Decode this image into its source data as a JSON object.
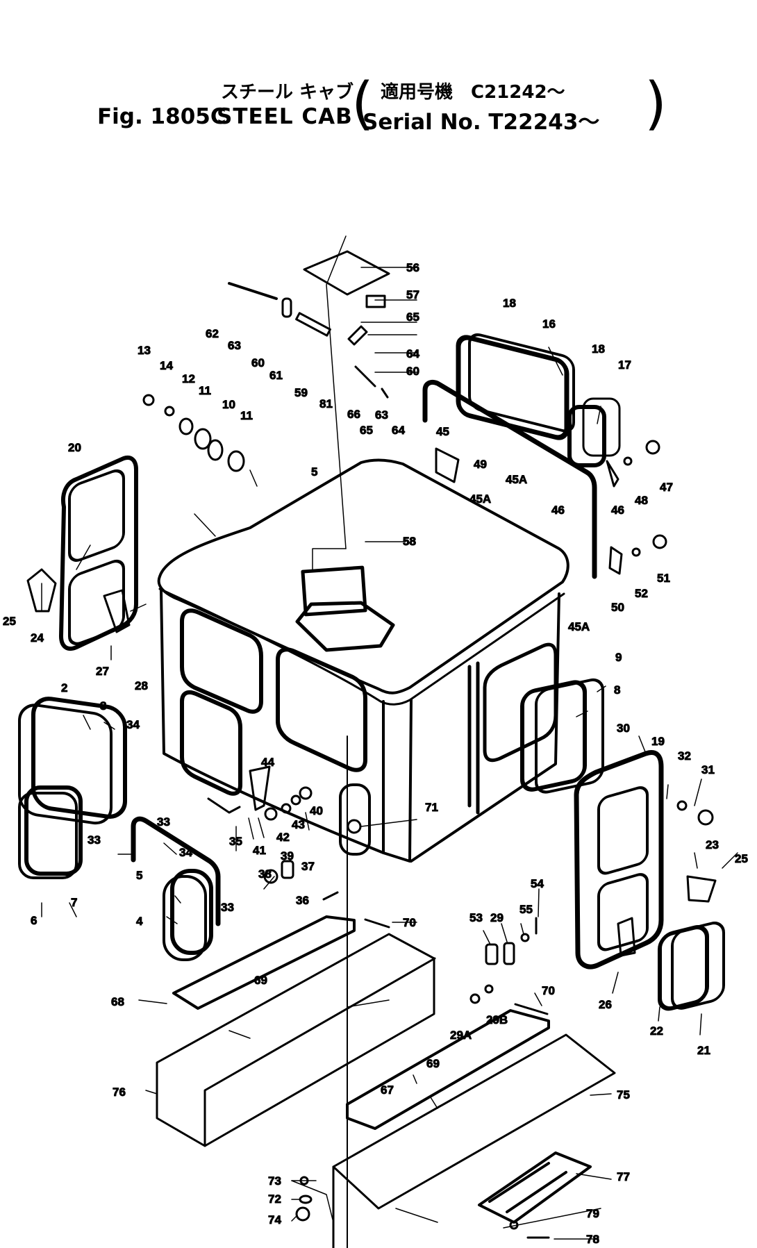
{
  "title": {
    "jp_name": "スチール キャブ",
    "jp_serial": "適用号機　C21242～",
    "fig_label": "Fig. 1805C",
    "name": "STEEL CAB",
    "serial": "Serial No. T22243～",
    "paren_open": "(",
    "paren_close": ")"
  },
  "part_labels": [
    "56",
    "57",
    "58",
    "65",
    "64",
    "60",
    "62",
    "63",
    "60",
    "61",
    "59",
    "81",
    "66",
    "65",
    "63",
    "64",
    "18",
    "16",
    "18",
    "17",
    "13",
    "14",
    "12",
    "11",
    "10",
    "11",
    "45",
    "49",
    "45A",
    "45A",
    "46",
    "46",
    "48",
    "47",
    "5",
    "58",
    "50",
    "52",
    "51",
    "45A",
    "20",
    "25",
    "24",
    "27",
    "28",
    "9",
    "8",
    "2",
    "3",
    "34",
    "33",
    "33",
    "35",
    "34",
    "33",
    "44",
    "43",
    "42",
    "40",
    "41",
    "39",
    "37",
    "38",
    "36",
    "71",
    "30",
    "19",
    "32",
    "31",
    "23",
    "25",
    "6",
    "7",
    "5",
    "4",
    "70",
    "53",
    "29",
    "55",
    "54",
    "26",
    "69",
    "68",
    "70",
    "29A",
    "29B",
    "22",
    "21",
    "69",
    "67",
    "76",
    "75",
    "77",
    "73",
    "72",
    "74",
    "79",
    "78"
  ],
  "colors": {
    "ink": "#000000",
    "paper": "#ffffff"
  }
}
